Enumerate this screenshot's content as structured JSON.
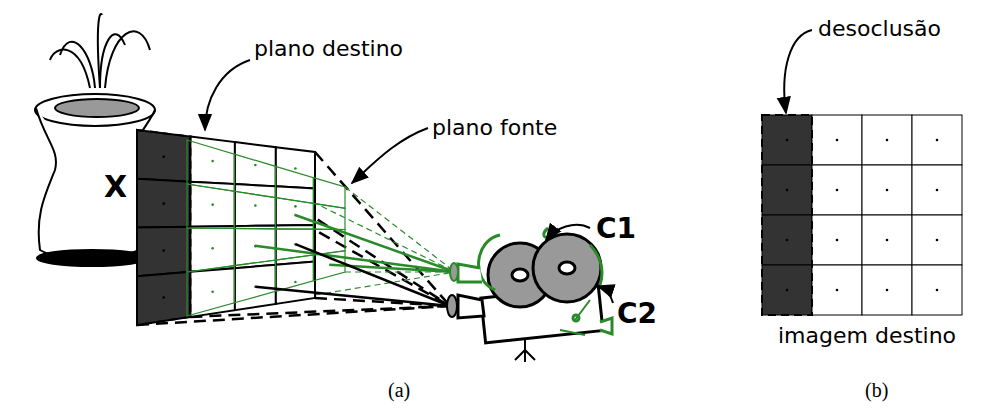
{
  "diagram": {
    "labels": [
      "plano destino",
      "plano fonte",
      "X",
      "C1",
      "C2",
      "desoclusão",
      "imagem destino",
      "(a)",
      "(b)"
    ]
  }
}
